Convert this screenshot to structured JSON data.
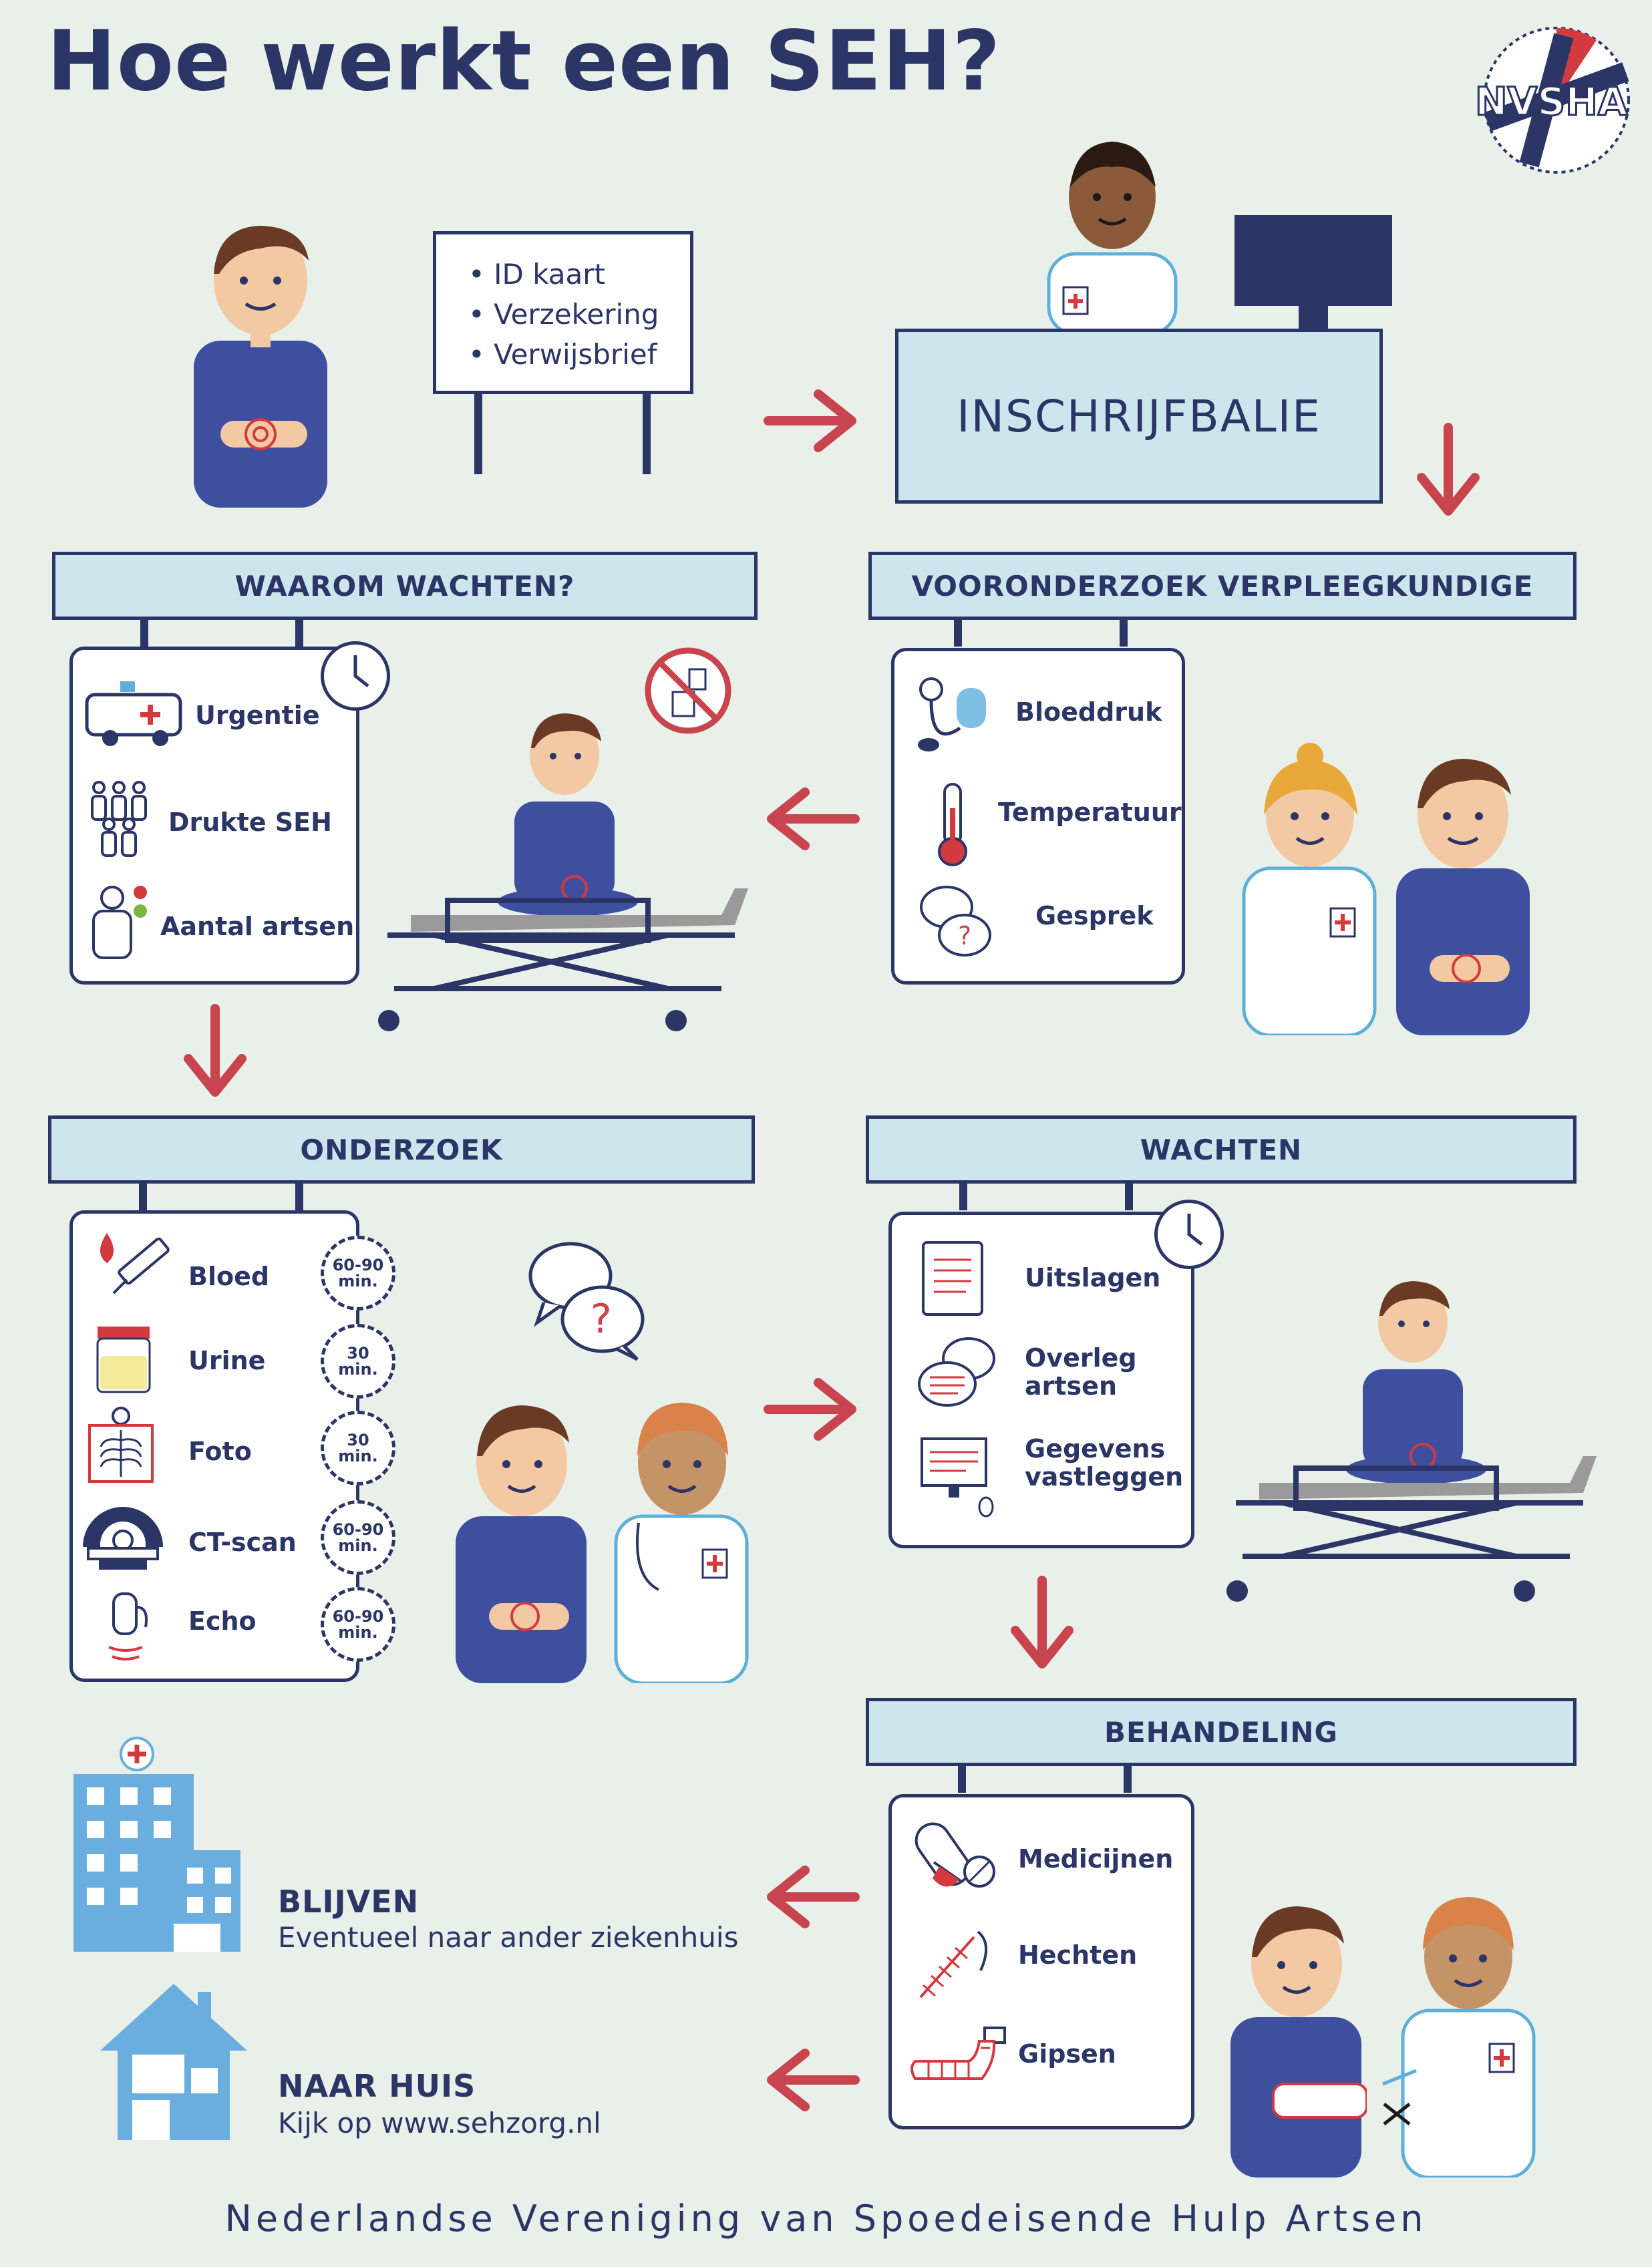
{
  "page": {
    "title": "Hoe werkt een SEH?",
    "logo_text": "NVSHA",
    "footer": "Nederlandse Vereniging van Spoedeisende Hulp Artsen"
  },
  "colors": {
    "navy": "#2b3566",
    "light_blue": "#cde6ee",
    "arrow_red": "#c8444e",
    "background": "#e9f0ea",
    "building_blue": "#6aaee0"
  },
  "sign": {
    "items": [
      "ID kaart",
      "Verzekering",
      "Verwijsbrief"
    ]
  },
  "desk": {
    "label": "INSCHRIJFBALIE"
  },
  "sections": {
    "waarom": {
      "header": "WAAROM WACHTEN?",
      "items": [
        {
          "icon": "ambulance-icon",
          "label": "Urgentie"
        },
        {
          "icon": "crowd-icon",
          "label": "Drukte SEH"
        },
        {
          "icon": "doctor-count-icon",
          "label": "Aantal artsen"
        }
      ]
    },
    "vooronderzoek": {
      "header": "VOORONDERZOEK VERPLEEGKUNDIGE",
      "items": [
        {
          "icon": "blood-pressure-icon",
          "label": "Bloeddruk"
        },
        {
          "icon": "thermometer-icon",
          "label": "Temperatuur"
        },
        {
          "icon": "speech-bubbles-icon",
          "label": "Gesprek"
        }
      ]
    },
    "onderzoek": {
      "header": "ONDERZOEK",
      "items": [
        {
          "icon": "blood-syringe-icon",
          "label": "Bloed",
          "duration": "60-90",
          "unit": "min."
        },
        {
          "icon": "urine-cup-icon",
          "label": "Urine",
          "duration": "30",
          "unit": "min."
        },
        {
          "icon": "xray-icon",
          "label": "Foto",
          "duration": "30",
          "unit": "min."
        },
        {
          "icon": "ct-scanner-icon",
          "label": "CT-scan",
          "duration": "60-90",
          "unit": "min."
        },
        {
          "icon": "ultrasound-probe-icon",
          "label": "Echo",
          "duration": "60-90",
          "unit": "min."
        }
      ]
    },
    "wachten": {
      "header": "WACHTEN",
      "items": [
        {
          "icon": "document-icon",
          "label": "Uitslagen"
        },
        {
          "icon": "chat-icon",
          "label": "Overleg artsen"
        },
        {
          "icon": "computer-icon",
          "label": "Gegevens vastleggen"
        }
      ]
    },
    "behandeling": {
      "header": "BEHANDELING",
      "items": [
        {
          "icon": "pill-icon",
          "label": "Medicijnen"
        },
        {
          "icon": "stitches-icon",
          "label": "Hechten"
        },
        {
          "icon": "cast-icon",
          "label": "Gipsen"
        }
      ]
    }
  },
  "outcomes": {
    "blijven": {
      "title": "BLIJVEN",
      "subtitle": "Eventueel naar ander ziekenhuis"
    },
    "naar_huis": {
      "title": "NAAR HUIS",
      "subtitle": "Kijk op www.sehzorg.nl"
    }
  }
}
